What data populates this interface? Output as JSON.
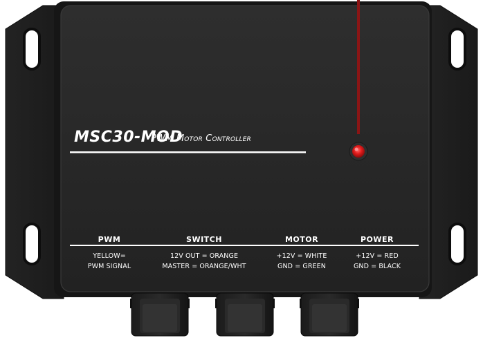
{
  "device": {
    "model": "MSC30-MOD",
    "description": "PWM Motor Controller"
  },
  "connectors": [
    {
      "header": "PWM",
      "line1": "YELLOW=",
      "line2": "PWM SIGNAL"
    },
    {
      "header": "SWITCH",
      "line1": "12V OUT = ORANGE",
      "line2": "MASTER = ORANGE/WHT"
    },
    {
      "header": "MOTOR",
      "line1": "+12V = WHITE",
      "line2": "GND = GREEN"
    },
    {
      "header": "POWER",
      "line1": "+12V = RED",
      "line2": "GND = BLACK"
    }
  ],
  "colors": {
    "enclosure": "#1c1c1c",
    "lid": "#262626",
    "led": "#e21b1b",
    "indicator_line": "#8b1515",
    "text": "#ffffff"
  }
}
